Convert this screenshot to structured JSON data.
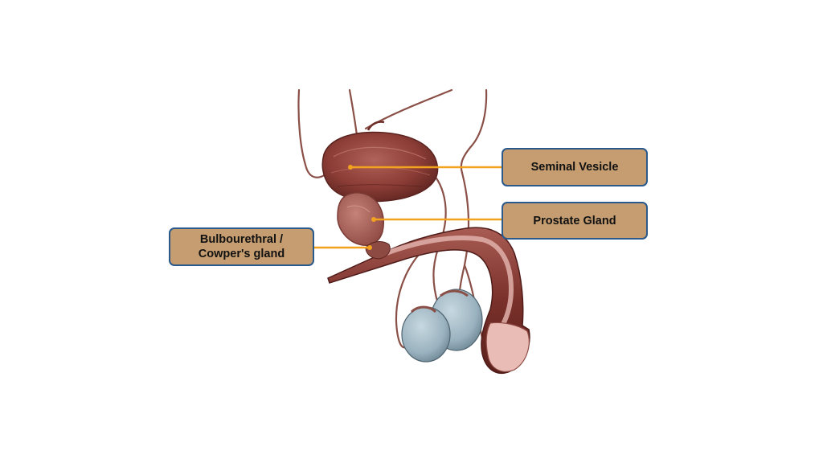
{
  "labels": {
    "seminal_vesicle": "Seminal Vesicle",
    "prostate_gland": "Prostate Gland",
    "bulbourethral_gland": "Bulbourethral /\nCowper's gland"
  },
  "colors": {
    "label_fill": "#c59d70",
    "label_border": "#2a5a8c",
    "leader_line": "#f3a21f",
    "organ_dark": "#6e2c27",
    "organ_mid": "#9a4a42",
    "organ_light": "#b9736a",
    "tube": "#8a5047",
    "testis": "#9fb7c4"
  }
}
